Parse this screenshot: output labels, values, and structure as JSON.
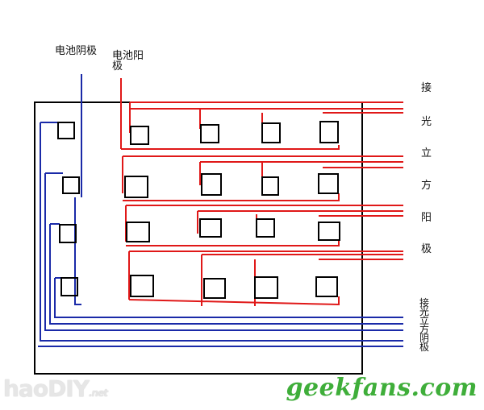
{
  "labels": {
    "cathode": "电池阴极",
    "anode_line1": "电池阳",
    "anode_line2": "极",
    "anode_side": [
      "接",
      "光",
      "立",
      "方",
      "阳",
      "极"
    ],
    "cathode_side": "接光立方阴极"
  },
  "watermarks": {
    "left": "haoDIY",
    "left_suffix": ".net",
    "right": "geekfans.com"
  },
  "colors": {
    "red_wire": "#e01818",
    "blue_wire": "#1a2aa8",
    "frame": "#000000",
    "watermark_green": "#3fae3a"
  }
}
